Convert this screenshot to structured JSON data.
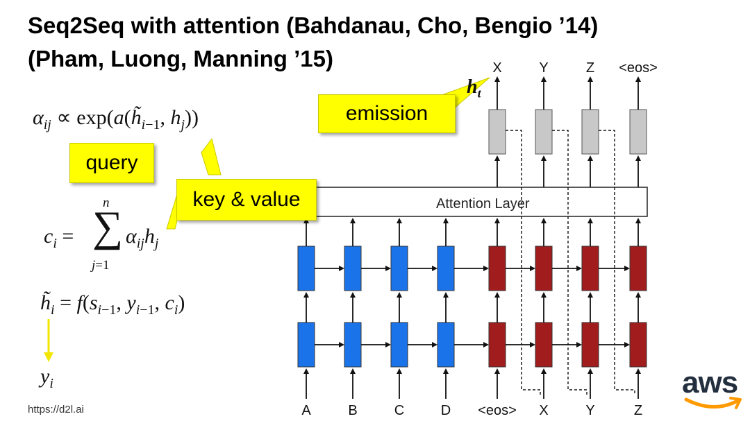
{
  "title": {
    "line1": "Seq2Seq with attention (Bahdanau, Cho, Bengio ’14)",
    "line2": "(Pham, Luong, Manning ’15)"
  },
  "callouts": {
    "emission": "emission",
    "query": "query",
    "key_value": "key & value"
  },
  "diagram": {
    "attention_label": "Attention Layer",
    "inputs": [
      "A",
      "B",
      "C",
      "D",
      "<eos>",
      "X",
      "Y",
      "Z"
    ],
    "outputs": [
      "X",
      "Y",
      "Z",
      "<eos>"
    ],
    "output_state_label": "h_t"
  },
  "colors": {
    "encoder": "#1a73e8",
    "decoder": "#a11d1d",
    "output_cell": "#c8c8c8",
    "callout": "#ffff00",
    "down_arrow": "#f2e600"
  },
  "footer": {
    "url": "https://d2l.ai"
  },
  "logo": {
    "text": "aws"
  }
}
